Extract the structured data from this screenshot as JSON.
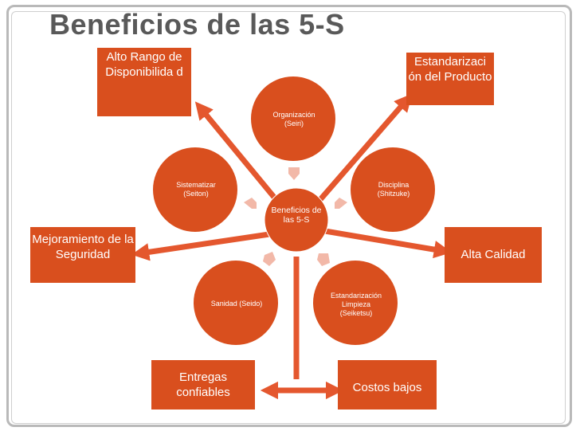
{
  "slide": {
    "title": "Beneficios de las 5-S"
  },
  "hub": {
    "label": "Beneficios de las 5-S"
  },
  "circles": {
    "organizacion": "Organización (Seiri)",
    "disciplina": "Disciplina (Shitzuke)",
    "estandarizacion": "Estandarización Limpieza (Seiketsu)",
    "sanidad": "Sanidad (Seido)",
    "sistematizar": "Sistematizar (Seiton)"
  },
  "outcomes": {
    "alto_rango": "Alto Rango de Disponibilida d",
    "estandarizacion_producto": "Estandarizaci ón del Producto",
    "mejoramiento": "Mejoramiento de la Seguridad",
    "alta_calidad": "Alta Calidad",
    "entregas": "Entregas confiables",
    "costos": "Costos bajos"
  },
  "colors": {
    "accent": "#d94f1e",
    "arrow": "#e4572e",
    "chevron": "#f2b8a8",
    "frame": "#b9b9b9",
    "title": "#595959"
  }
}
